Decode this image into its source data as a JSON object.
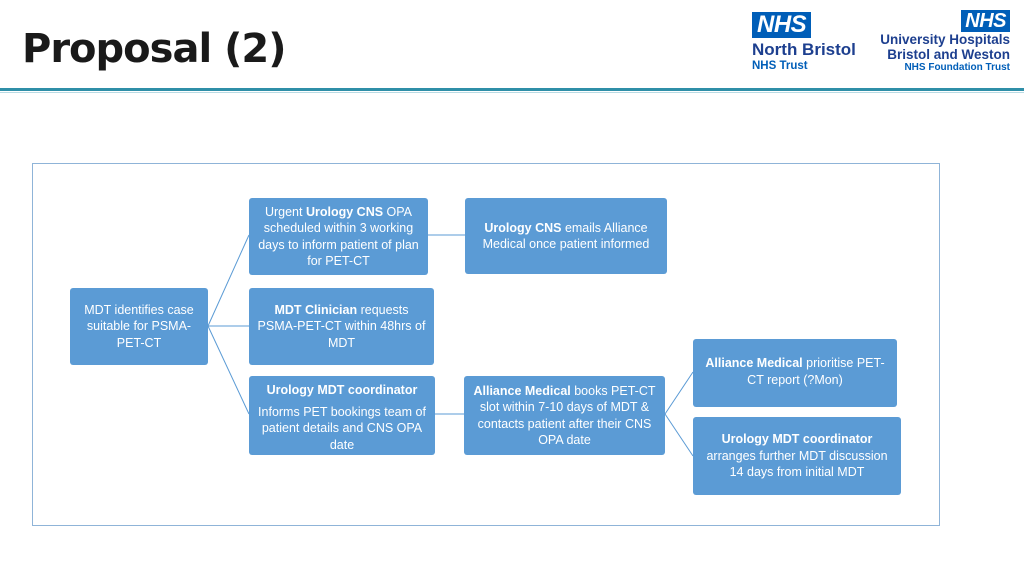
{
  "header": {
    "title": "Proposal (2)",
    "logo_left": {
      "badge": "NHS",
      "line1": "North Bristol",
      "line2": "NHS Trust"
    },
    "logo_right": {
      "badge": "NHS",
      "line1": "University Hospitals",
      "line2": "Bristol and Weston",
      "line3": "NHS Foundation Trust"
    }
  },
  "diagram": {
    "mdt": {
      "text": "MDT identifies case suitable for PSMA-PET-CT"
    },
    "cns_opa": {
      "pre": "Urgent ",
      "bold": "Urology CNS",
      "post": " OPA scheduled within 3 working days to inform patient of plan for PET-CT"
    },
    "cns_email": {
      "bold": "Urology CNS",
      "post": " emails Alliance Medical once patient informed"
    },
    "clinician": {
      "bold": "MDT Clinician",
      "post": " requests PSMA-PET-CT within 48hrs of MDT"
    },
    "coordinator": {
      "heading": "Urology MDT coordinator",
      "text": "Informs PET bookings team of patient details and CNS OPA date"
    },
    "alliance_book": {
      "bold": "Alliance Medical",
      "post": " books PET-CT slot within 7-10 days of MDT & contacts patient after their CNS OPA date"
    },
    "alliance_report": {
      "bold": "Alliance Medical",
      "post": " prioritise PET-CT report (?Mon)"
    },
    "further_mdt": {
      "bold": "Urology MDT coordinator",
      "text": "arranges further MDT discussion 14 days from initial MDT"
    },
    "colors": {
      "box_fill": "#5b9bd5",
      "connector": "#5b9bd5",
      "accent_rule": "#2f8fa8",
      "nhs_blue": "#005eb8"
    }
  }
}
